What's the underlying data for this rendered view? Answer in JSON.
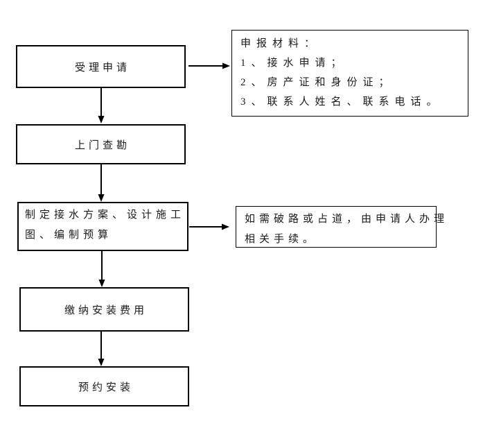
{
  "flow": {
    "step_accept": {
      "label": "受理申请"
    },
    "step_survey": {
      "label": "上门查勘"
    },
    "step_plan": {
      "line1": "制定接水方案、设计施工",
      "line2": "图、编制预算"
    },
    "step_pay": {
      "label": "缴纳安装费用"
    },
    "step_book": {
      "label": "预约安装"
    }
  },
  "notes": {
    "materials": {
      "line1": "申报材料：",
      "line2": "1、接水申请；",
      "line3": "2、房产证和身份证；",
      "line4": "3、联系人姓名、联系电话。"
    },
    "road": {
      "line1": "如需破路或占道，由申请人办理",
      "line2": "相关手续。"
    }
  },
  "colors": {
    "background": "#ffffff",
    "border": "#000000",
    "arrow": "#000000",
    "text": "#1a1a1a"
  }
}
